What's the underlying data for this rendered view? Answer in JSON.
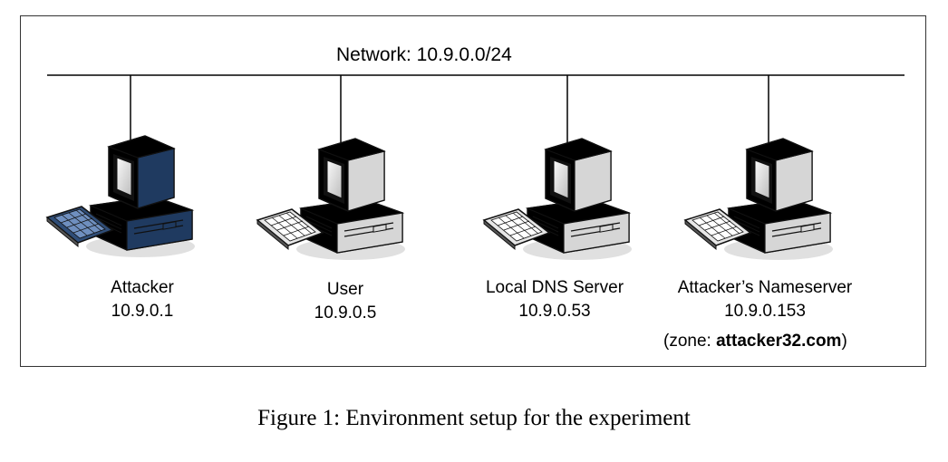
{
  "network": {
    "label": "Network: 10.9.0.0/24"
  },
  "hosts": [
    {
      "name": "Attacker",
      "ip": "10.9.0.1",
      "icon": "computer-icon-dark"
    },
    {
      "name": "User",
      "ip": "10.9.0.5",
      "icon": "computer-icon"
    },
    {
      "name": "Local DNS Server",
      "ip": "10.9.0.53",
      "icon": "computer-icon"
    },
    {
      "name": "Attacker’s Nameserver",
      "ip": "10.9.0.153",
      "icon": "computer-icon",
      "zone_prefix": "(zone: ",
      "zone_domain": "attacker32.com",
      "zone_suffix": ")"
    }
  ],
  "colors": {
    "attacker_body": "#2f4d77",
    "pc_body": "#eeeeee",
    "outline": "#111111"
  },
  "caption": "Figure 1: Environment setup for the experiment"
}
